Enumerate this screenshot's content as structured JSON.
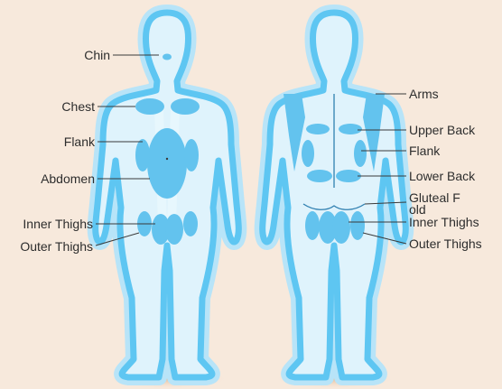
{
  "colors": {
    "background": "#f7e9dc",
    "body_outline": "#5ec6f2",
    "body_fill": "#dff3fc",
    "body_glow": "#b8e4f8",
    "zone": "#63c3ee",
    "text": "#2d2d2d",
    "leader": "#3a3a3a"
  },
  "front_labels": {
    "chin": "Chin",
    "chest": "Chest",
    "flank": "Flank",
    "abdomen": "Abdomen",
    "inner_thighs": "Inner Thighs",
    "outer_thighs": "Outer Thighs"
  },
  "back_labels": {
    "arms": "Arms",
    "upper_back": "Upper Back",
    "flank": "Flank",
    "lower_back": "Lower Back",
    "gluteal_fold": "Gluteal Fold",
    "inner_thighs": "Inner Thighs",
    "outer_thighs": "Outer Thighs"
  }
}
